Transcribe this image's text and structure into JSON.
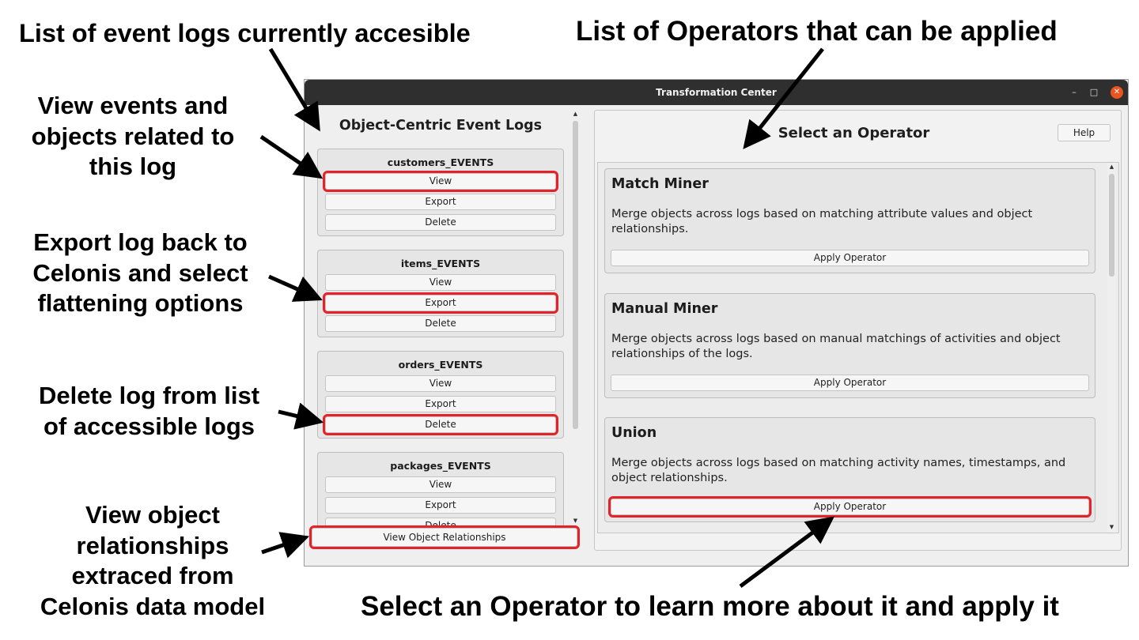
{
  "annotations": {
    "top_left": "List of event logs currently accesible",
    "top_right": "List of Operators that can be applied",
    "view_events": [
      "View events and",
      "objects related to",
      "this log"
    ],
    "export_log": [
      "Export log back to",
      "Celonis and select",
      "flattening options"
    ],
    "delete_log": [
      "Delete log from list",
      "of accessible logs"
    ],
    "view_relationships": [
      "View object",
      "relationships",
      "extraced from",
      "Celonis data model"
    ],
    "bottom_right": "Select an Operator to learn more about it and apply it"
  },
  "window": {
    "title": "Transformation Center",
    "minimize": "–",
    "maximize": "□",
    "close": "✕"
  },
  "left": {
    "heading": "Object-Centric Event Logs",
    "logs": [
      {
        "name": "customers_EVENTS",
        "view": "View",
        "export": "Export",
        "delete": "Delete"
      },
      {
        "name": "items_EVENTS",
        "view": "View",
        "export": "Export",
        "delete": "Delete"
      },
      {
        "name": "orders_EVENTS",
        "view": "View",
        "export": "Export",
        "delete": "Delete"
      },
      {
        "name": "packages_EVENTS",
        "view": "View",
        "export": "Export",
        "delete": "Delete"
      }
    ],
    "view_relationships_label": "View Object Relationships"
  },
  "right": {
    "heading": "Select an Operator",
    "help_label": "Help",
    "operators": [
      {
        "name": "Match Miner",
        "description": "Merge objects across logs based on matching attribute values and object relationships.",
        "button": "Apply Operator"
      },
      {
        "name": "Manual Miner",
        "description": "Merge objects across logs based on manual matchings of activities and object relationships of the logs.",
        "button": "Apply Operator"
      },
      {
        "name": "Union",
        "description": "Merge objects across logs based on matching activity names, timestamps, and object relationships.",
        "button": "Apply Operator"
      }
    ]
  },
  "highlight_color": "#e32329"
}
